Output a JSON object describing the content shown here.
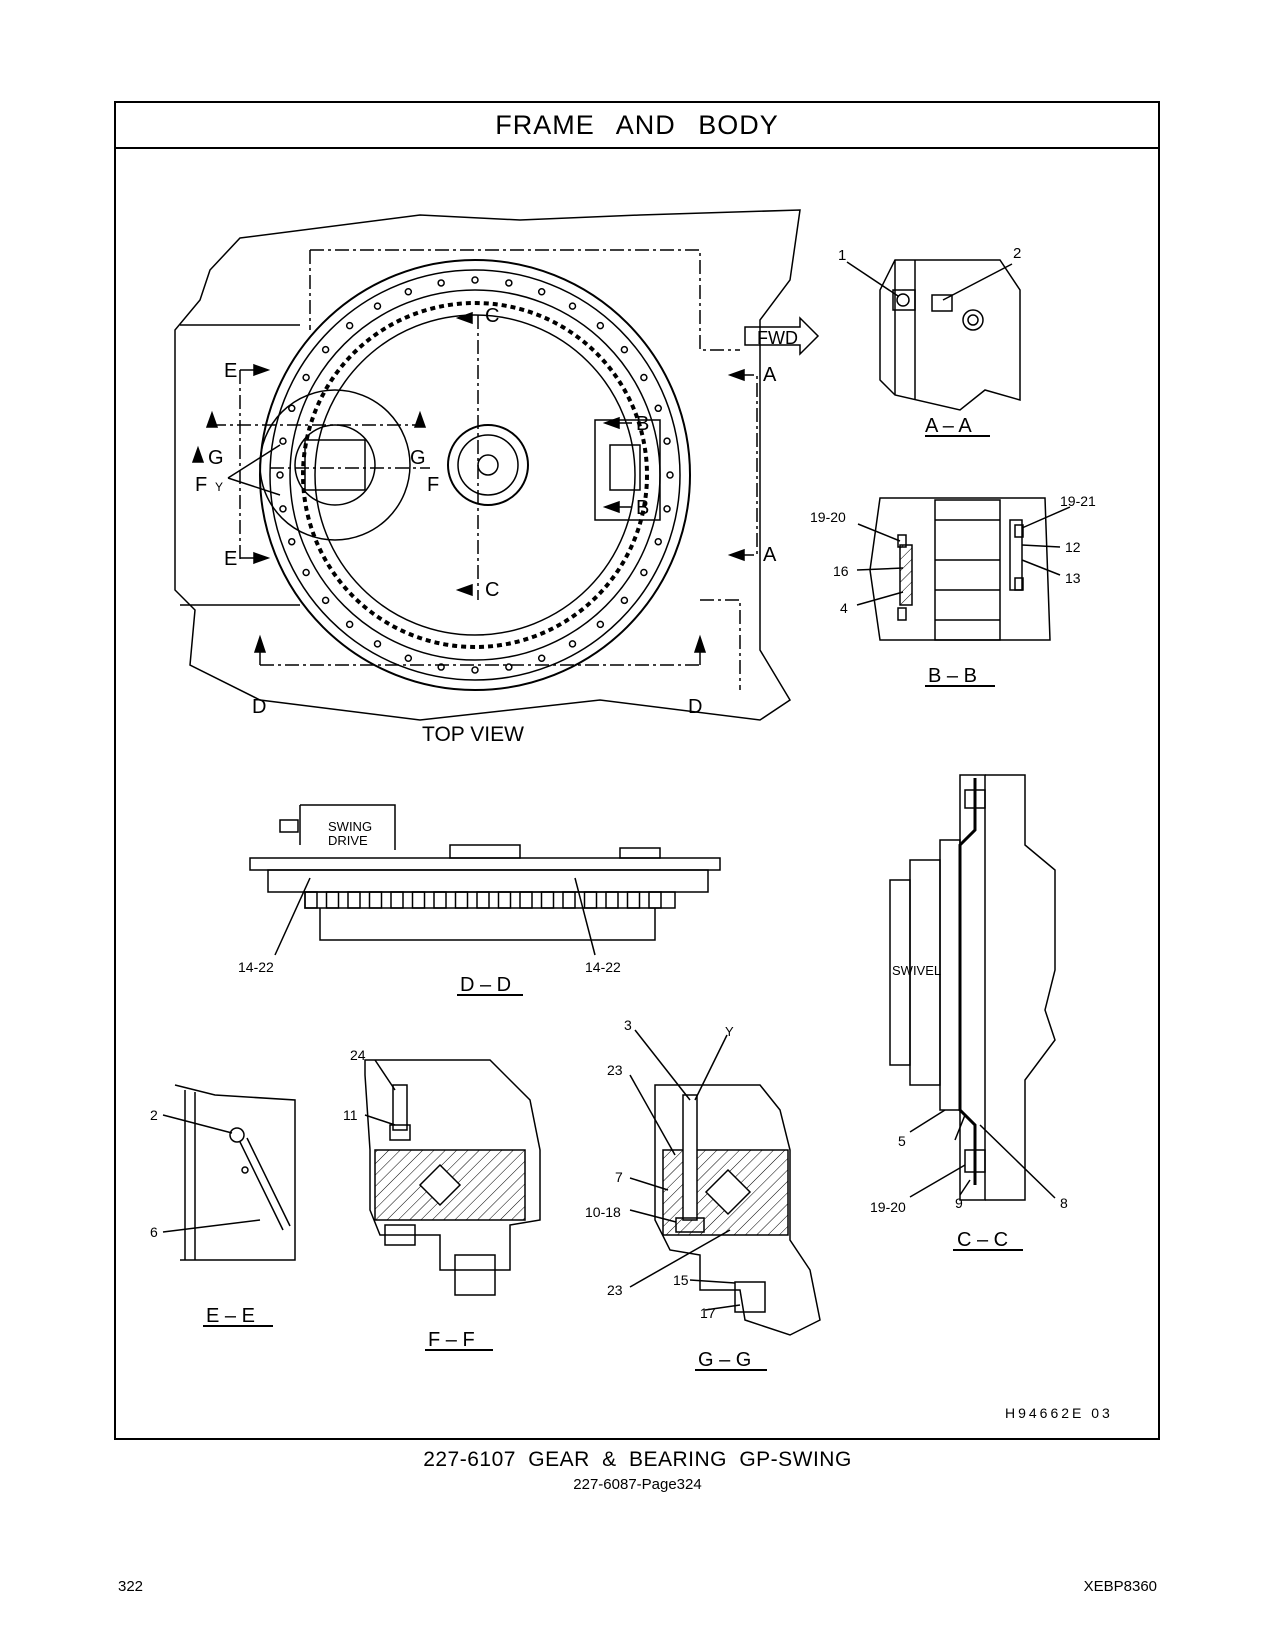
{
  "header": {
    "title": "FRAME AND BODY"
  },
  "views": {
    "top": "TOP VIEW",
    "aa": "A – A",
    "bb": "B – B",
    "cc": "C – C",
    "dd": "D – D",
    "ee": "E – E",
    "ff": "F – F",
    "gg": "G – G"
  },
  "section_letters": {
    "a": "A",
    "b": "B",
    "c": "C",
    "d": "D",
    "e": "E",
    "f": "F",
    "g": "G",
    "y": "Y"
  },
  "fwd": "FWD",
  "notes": {
    "swing_drive_1": "SWING",
    "swing_drive_2": "DRIVE",
    "swivel": "SWIVEL"
  },
  "callouts": {
    "aa_1": "1",
    "aa_2": "2",
    "bb_19_20": "19-20",
    "bb_19_21": "19-21",
    "bb_12": "12",
    "bb_13": "13",
    "bb_16": "16",
    "bb_4": "4",
    "dd_14_22_left": "14-22",
    "dd_14_22_right": "14-22",
    "ee_2": "2",
    "ee_6": "6",
    "ff_24": "24",
    "ff_11": "11",
    "gg_3": "3",
    "gg_y": "Y",
    "gg_23_top": "23",
    "gg_7": "7",
    "gg_10_18": "10-18",
    "gg_23_bottom": "23",
    "gg_15": "15",
    "gg_17": "17",
    "cc_5": "5",
    "cc_19_20": "19-20",
    "cc_9": "9",
    "cc_8": "8"
  },
  "drawing_id": "H94662E   03",
  "caption": {
    "main": "227-6107   GEAR & BEARING GP-SWING",
    "sub": "227-6087-Page324"
  },
  "footer": {
    "page": "322",
    "doc": "XEBP8360"
  }
}
